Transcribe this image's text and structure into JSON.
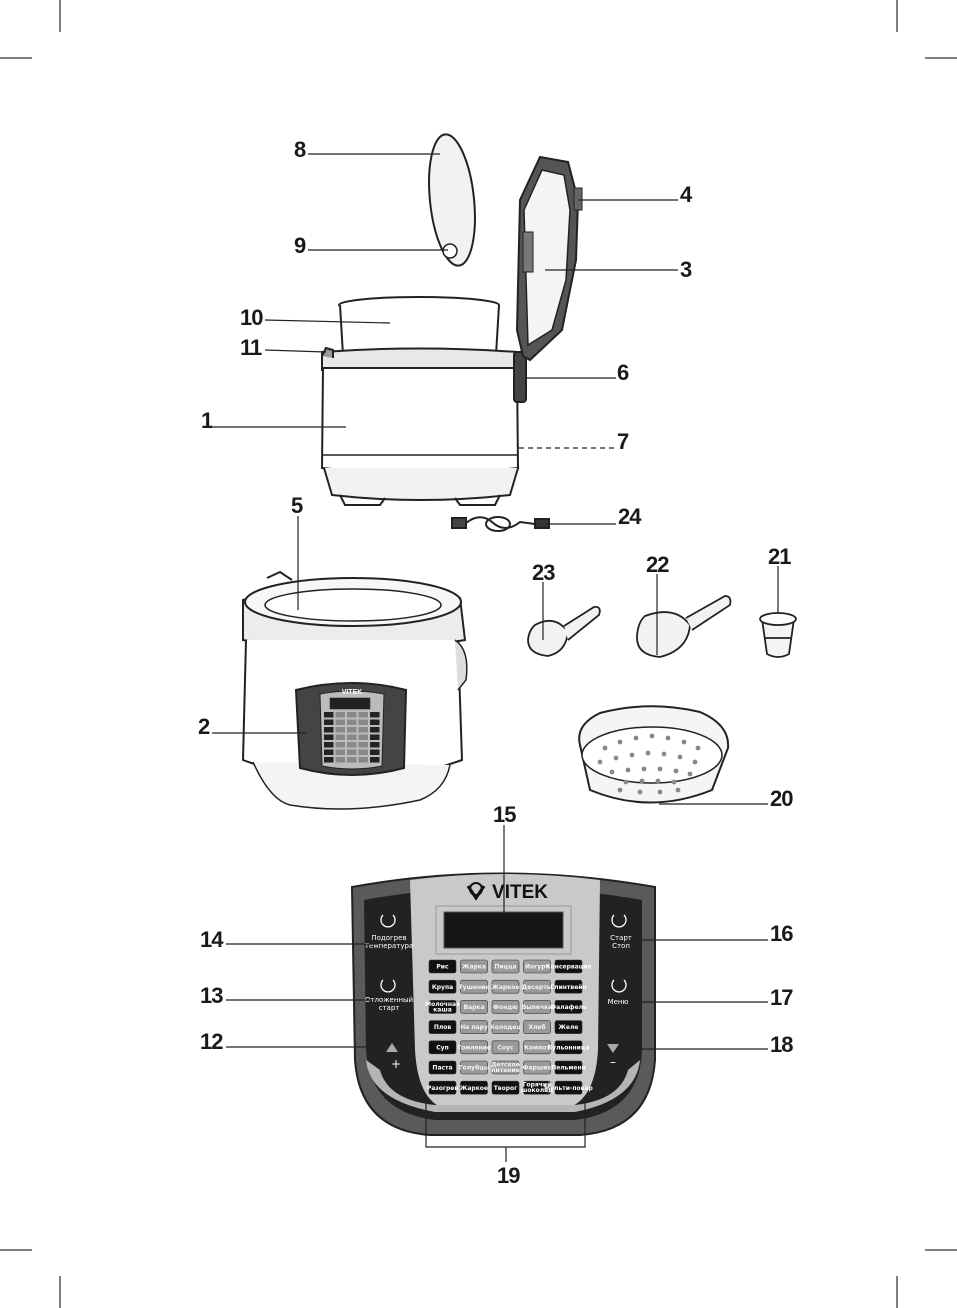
{
  "callouts": [
    "1",
    "2",
    "3",
    "4",
    "5",
    "6",
    "7",
    "8",
    "9",
    "10",
    "11",
    "12",
    "13",
    "14",
    "15",
    "16",
    "17",
    "18",
    "19",
    "20",
    "21",
    "22",
    "23",
    "24"
  ],
  "brand": "VITEK",
  "panel": {
    "left_buttons": {
      "heat_temp_line1": "Подогрев",
      "heat_temp_line2": "Температура",
      "delay_line1": "Отложенный",
      "delay_line2": "старт",
      "plus": "+"
    },
    "right_buttons": {
      "start_line1": "Старт",
      "start_line2": "Стоп",
      "menu": "Меню",
      "minus": "–"
    },
    "programs": [
      [
        "Рис",
        "Жарка",
        "Пицца",
        "Йогурт",
        "Консервация"
      ],
      [
        "Крупа",
        "Тушение",
        "Жаркое",
        "Десерты",
        "Глинтвейн"
      ],
      [
        "Молочная каша",
        "Варка",
        "Фондю",
        "Выпечка",
        "Фалафель"
      ],
      [
        "Плов",
        "На пару",
        "Холодец",
        "Хлеб",
        "Желе"
      ],
      [
        "Суп",
        "Томление",
        "Соус",
        "Компот",
        "Бульонница"
      ],
      [
        "Паста",
        "Голубцы",
        "Детское питание",
        "Фаршик",
        "Пельмени"
      ],
      [
        "Разогрев",
        "Жаркое",
        "Творог",
        "Горячий шоколад",
        "Мульти-повар"
      ]
    ],
    "dark_columns": [
      0,
      4
    ]
  }
}
